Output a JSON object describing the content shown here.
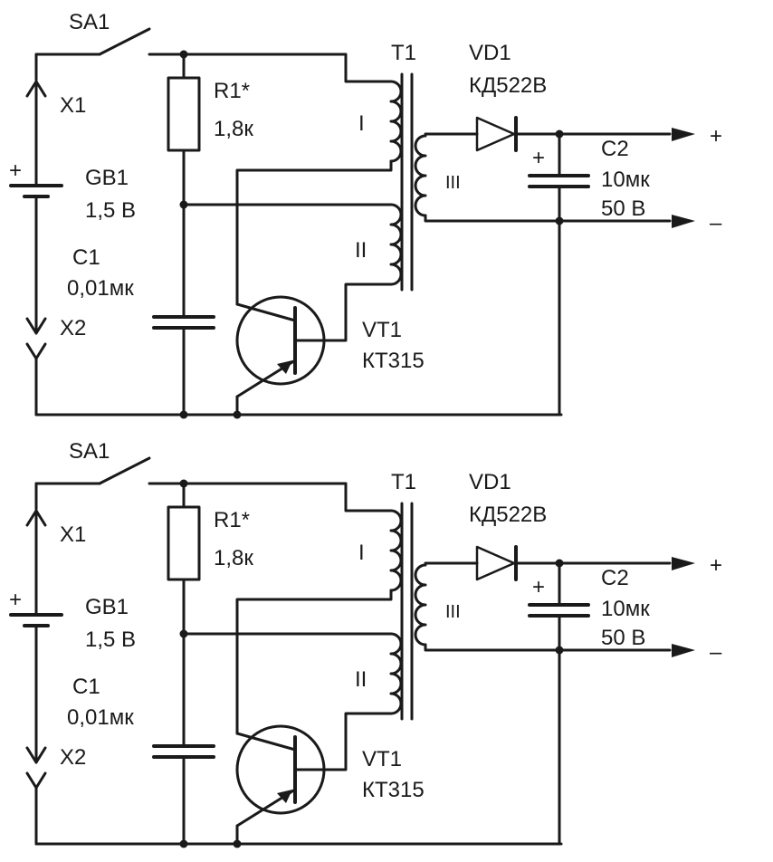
{
  "circuits": [
    {
      "labels": {
        "sa1": "SA1",
        "x1": "X1",
        "x2": "X2",
        "gb1": "GB1",
        "gb1_value": "1,5 В",
        "battery_plus": "+",
        "c1": "C1",
        "c1_value": "0,01мк",
        "r1": "R1*",
        "r1_value": "1,8к",
        "t1": "T1",
        "winding_1": "I",
        "winding_2": "II",
        "winding_3": "III",
        "vd1": "VD1",
        "vd1_part": "КД522В",
        "c2": "C2",
        "c2_value": "10мк",
        "c2_voltage": "50 В",
        "c2_plus": "+",
        "out_plus": "+",
        "out_minus": "–",
        "vt1": "VT1",
        "vt1_part": "КТ315"
      }
    },
    {
      "labels": {
        "sa1": "SA1",
        "x1": "X1",
        "x2": "X2",
        "gb1": "GB1",
        "gb1_value": "1,5 В",
        "battery_plus": "+",
        "c1": "C1",
        "c1_value": "0,01мк",
        "r1": "R1*",
        "r1_value": "1,8к",
        "t1": "T1",
        "winding_1": "I",
        "winding_2": "II",
        "winding_3": "III",
        "vd1": "VD1",
        "vd1_part": "КД522В",
        "c2": "C2",
        "c2_value": "10мк",
        "c2_voltage": "50 В",
        "c2_plus": "+",
        "out_plus": "+",
        "out_minus": "–",
        "vt1": "VT1",
        "vt1_part": "КТ315"
      }
    }
  ]
}
